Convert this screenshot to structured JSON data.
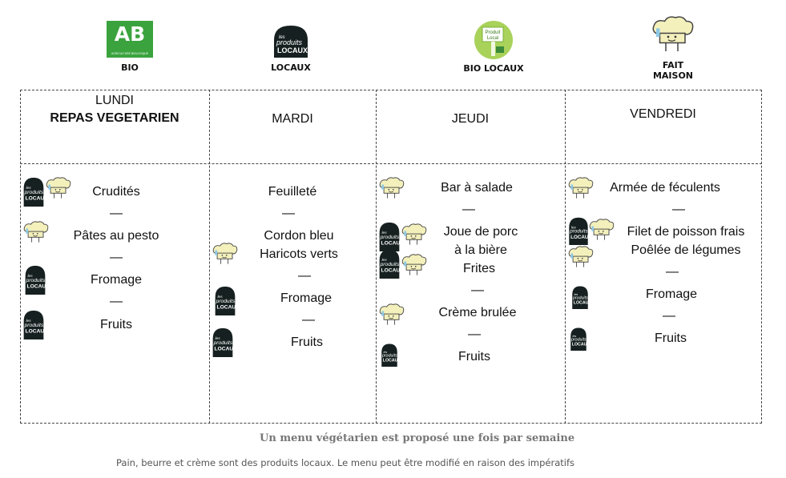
{
  "legend": [
    {
      "label": "BIO",
      "logo": "ab-logo-icon"
    },
    {
      "label": "LOCAUX",
      "logo": "produits-locaux-icon"
    },
    {
      "label": "BIO LOCAUX",
      "logo": "produit-local-icon"
    },
    {
      "label": "FAIT MAISON",
      "logo": "chef-hat-icon"
    }
  ],
  "logo_text": {
    "ab": "AB",
    "ab_sub": "AGRICULTURE BIOLOGIQUE",
    "les": "les",
    "produits": "produits",
    "locaux": "LOCAUX",
    "produit_local_1": "Produit",
    "produit_local_2": "Local"
  },
  "days": [
    {
      "name": "LUNDI",
      "subtitle": "REPAS VEGETARIEN",
      "items": [
        "Crudités",
        "—",
        "Pâtes au pesto",
        "—",
        "Fromage",
        "—",
        "Fruits"
      ]
    },
    {
      "name": "MARDI",
      "items": [
        "Feuilleté",
        "—",
        "Cordon bleu",
        "Haricots verts",
        "—",
        "Fromage",
        "—",
        "Fruits"
      ]
    },
    {
      "name": "JEUDI",
      "items": [
        "Bar à salade",
        "—",
        "Joue de porc",
        "à la bière",
        "Frites",
        "—",
        "Crème brulée",
        "—",
        "Fruits"
      ]
    },
    {
      "name": "VENDREDI",
      "items": [
        "Armée de féculents",
        "—",
        "Filet de poisson frais",
        "Poêlée de légumes",
        "—",
        "Fromage",
        "—",
        "Fruits"
      ]
    }
  ],
  "footer": {
    "line1": "Un menu végétarien est proposé une fois par semaine",
    "line2": "Pain, beurre et crème sont des produits locaux. Le menu peut être modifié en raison des impératifs"
  }
}
